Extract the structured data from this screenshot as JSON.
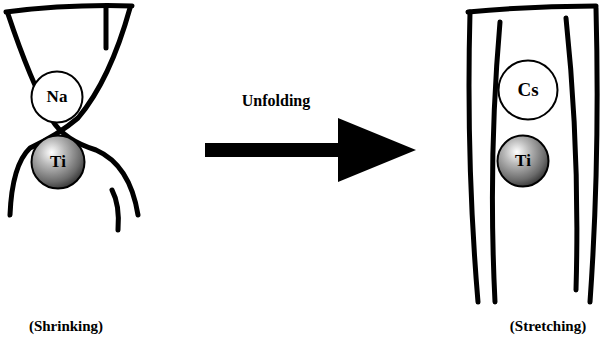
{
  "diagram": {
    "nodes": [
      {
        "text": [
          "Na"
        ]
      },
      {
        "text": [
          "Ti"
        ]
      },
      {
        "text": [
          "Cs"
        ]
      },
      {
        "text": [
          "Ti"
        ]
      }
    ],
    "labels": [
      "Unfolding",
      "(Shrinking)",
      "(Stretching)"
    ]
  }
}
